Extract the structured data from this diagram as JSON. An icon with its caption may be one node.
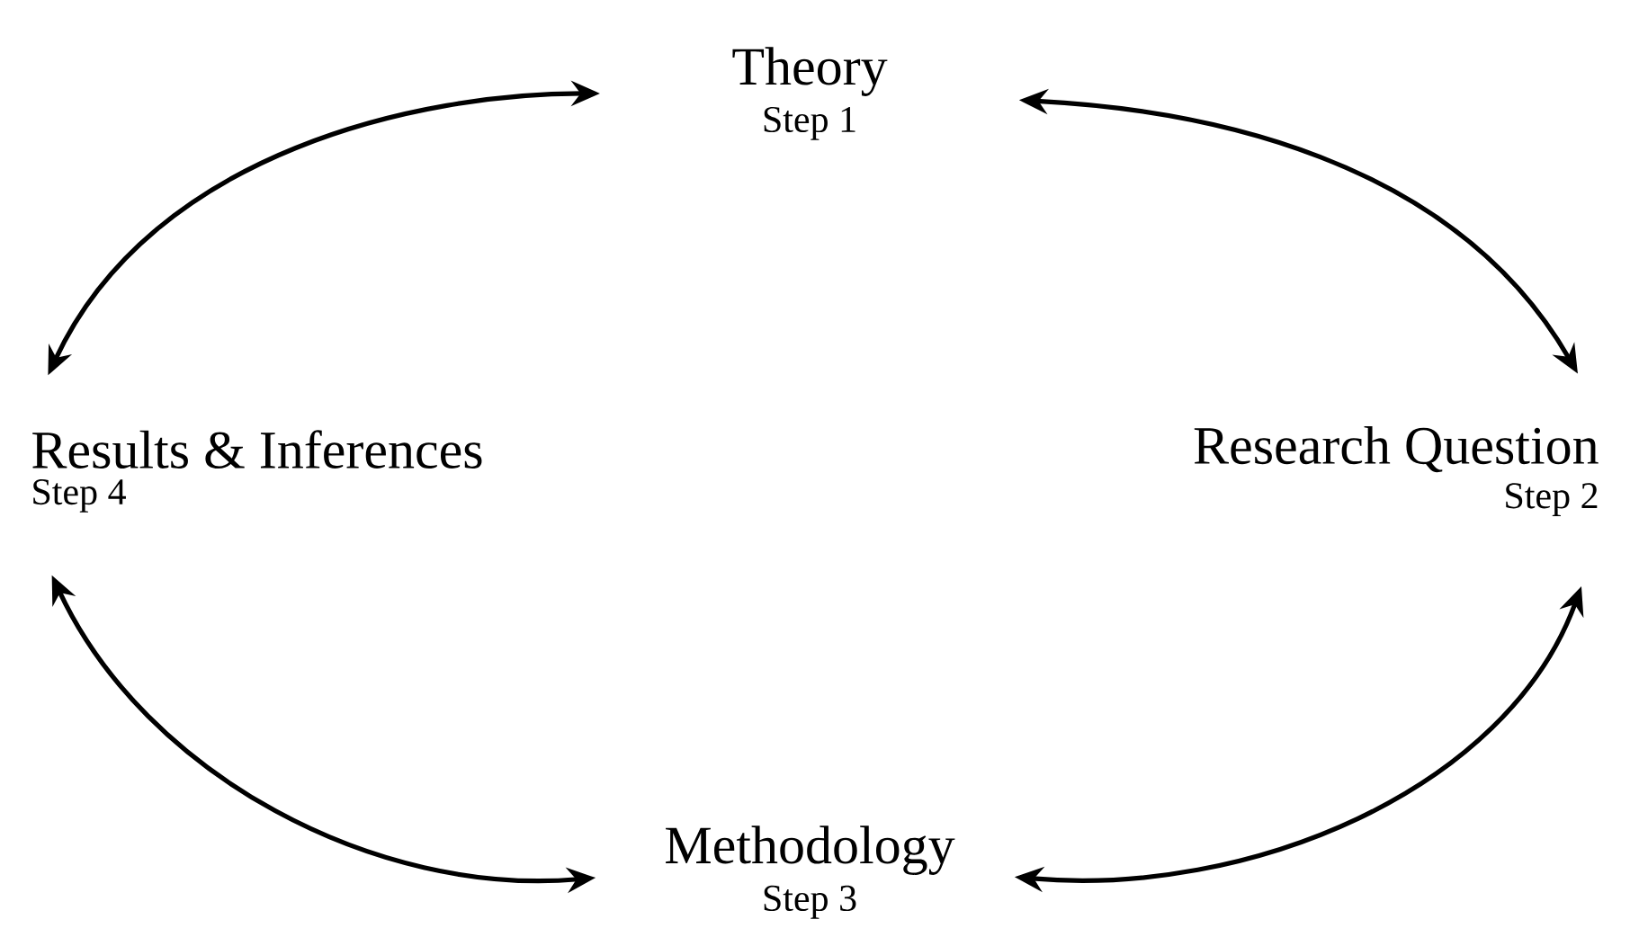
{
  "diagram": {
    "nodes": [
      {
        "text": [
          "Theory",
          "Step 1"
        ]
      },
      {
        "text": [
          "Research Question",
          "Step 2"
        ]
      },
      {
        "text": [
          "Methodology",
          "Step 3"
        ]
      },
      {
        "text": [
          "Results & Inferences",
          "Step 4"
        ]
      }
    ],
    "edges": [
      {
        "from": 0,
        "to": 1,
        "arrow": "both"
      },
      {
        "from": 1,
        "to": 2,
        "arrow": "both"
      },
      {
        "from": 2,
        "to": 3,
        "arrow": "both"
      },
      {
        "from": 3,
        "to": 0,
        "arrow": "both"
      }
    ]
  }
}
